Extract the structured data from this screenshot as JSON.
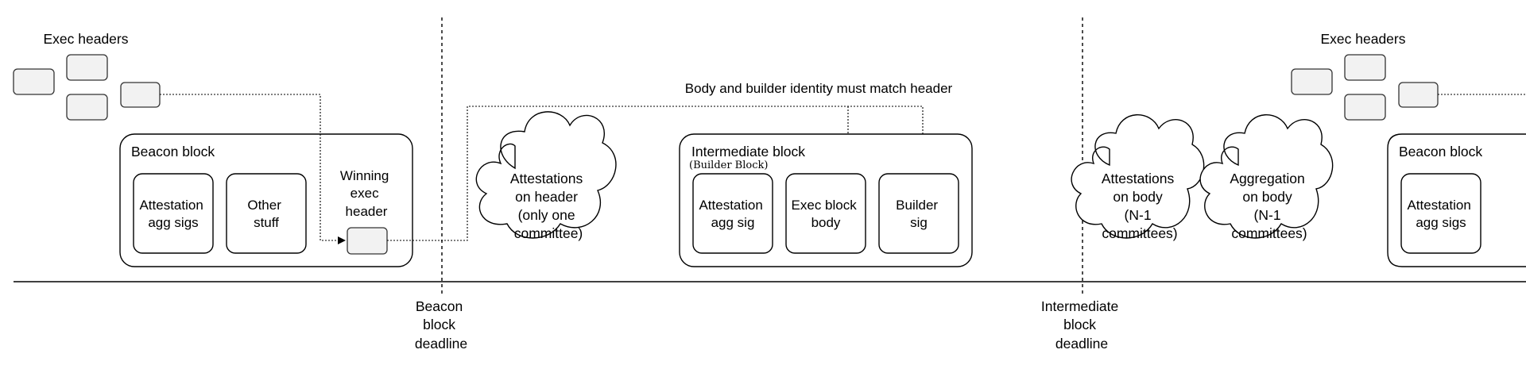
{
  "left": {
    "exec_headers_label": "Exec headers",
    "beacon_block": {
      "title": "Beacon block",
      "attestation_sigs": [
        "Attestation",
        "agg sigs"
      ],
      "other_stuff": [
        "Other",
        "stuff"
      ],
      "winning_header": [
        "Winning",
        "exec",
        "header"
      ]
    }
  },
  "middle": {
    "match_note": "Body and builder identity must match header",
    "attestations_cloud": [
      "Attestations",
      "on header",
      "(only one",
      "committee)"
    ],
    "intermediate_block": {
      "title": "Intermediate block",
      "subtitle": "(Builder Block)",
      "attestation_sig": [
        "Attestation",
        "agg sig"
      ],
      "exec_body": [
        "Exec block",
        "body"
      ],
      "builder_sig": [
        "Builder",
        "sig"
      ]
    }
  },
  "right": {
    "exec_headers_label": "Exec headers",
    "attestations_cloud": [
      "Attestations",
      "on body",
      "(N-1",
      "committees)"
    ],
    "aggregation_cloud": [
      "Aggregation",
      "on body",
      "(N-1",
      "committees)"
    ],
    "beacon_block": {
      "title": "Beacon block",
      "attestation_sigs": [
        "Attestation",
        "agg sigs"
      ]
    }
  },
  "deadlines": {
    "beacon": [
      "Beacon",
      "block",
      "deadline"
    ],
    "intermediate": [
      "Intermediate",
      "block",
      "deadline"
    ]
  }
}
